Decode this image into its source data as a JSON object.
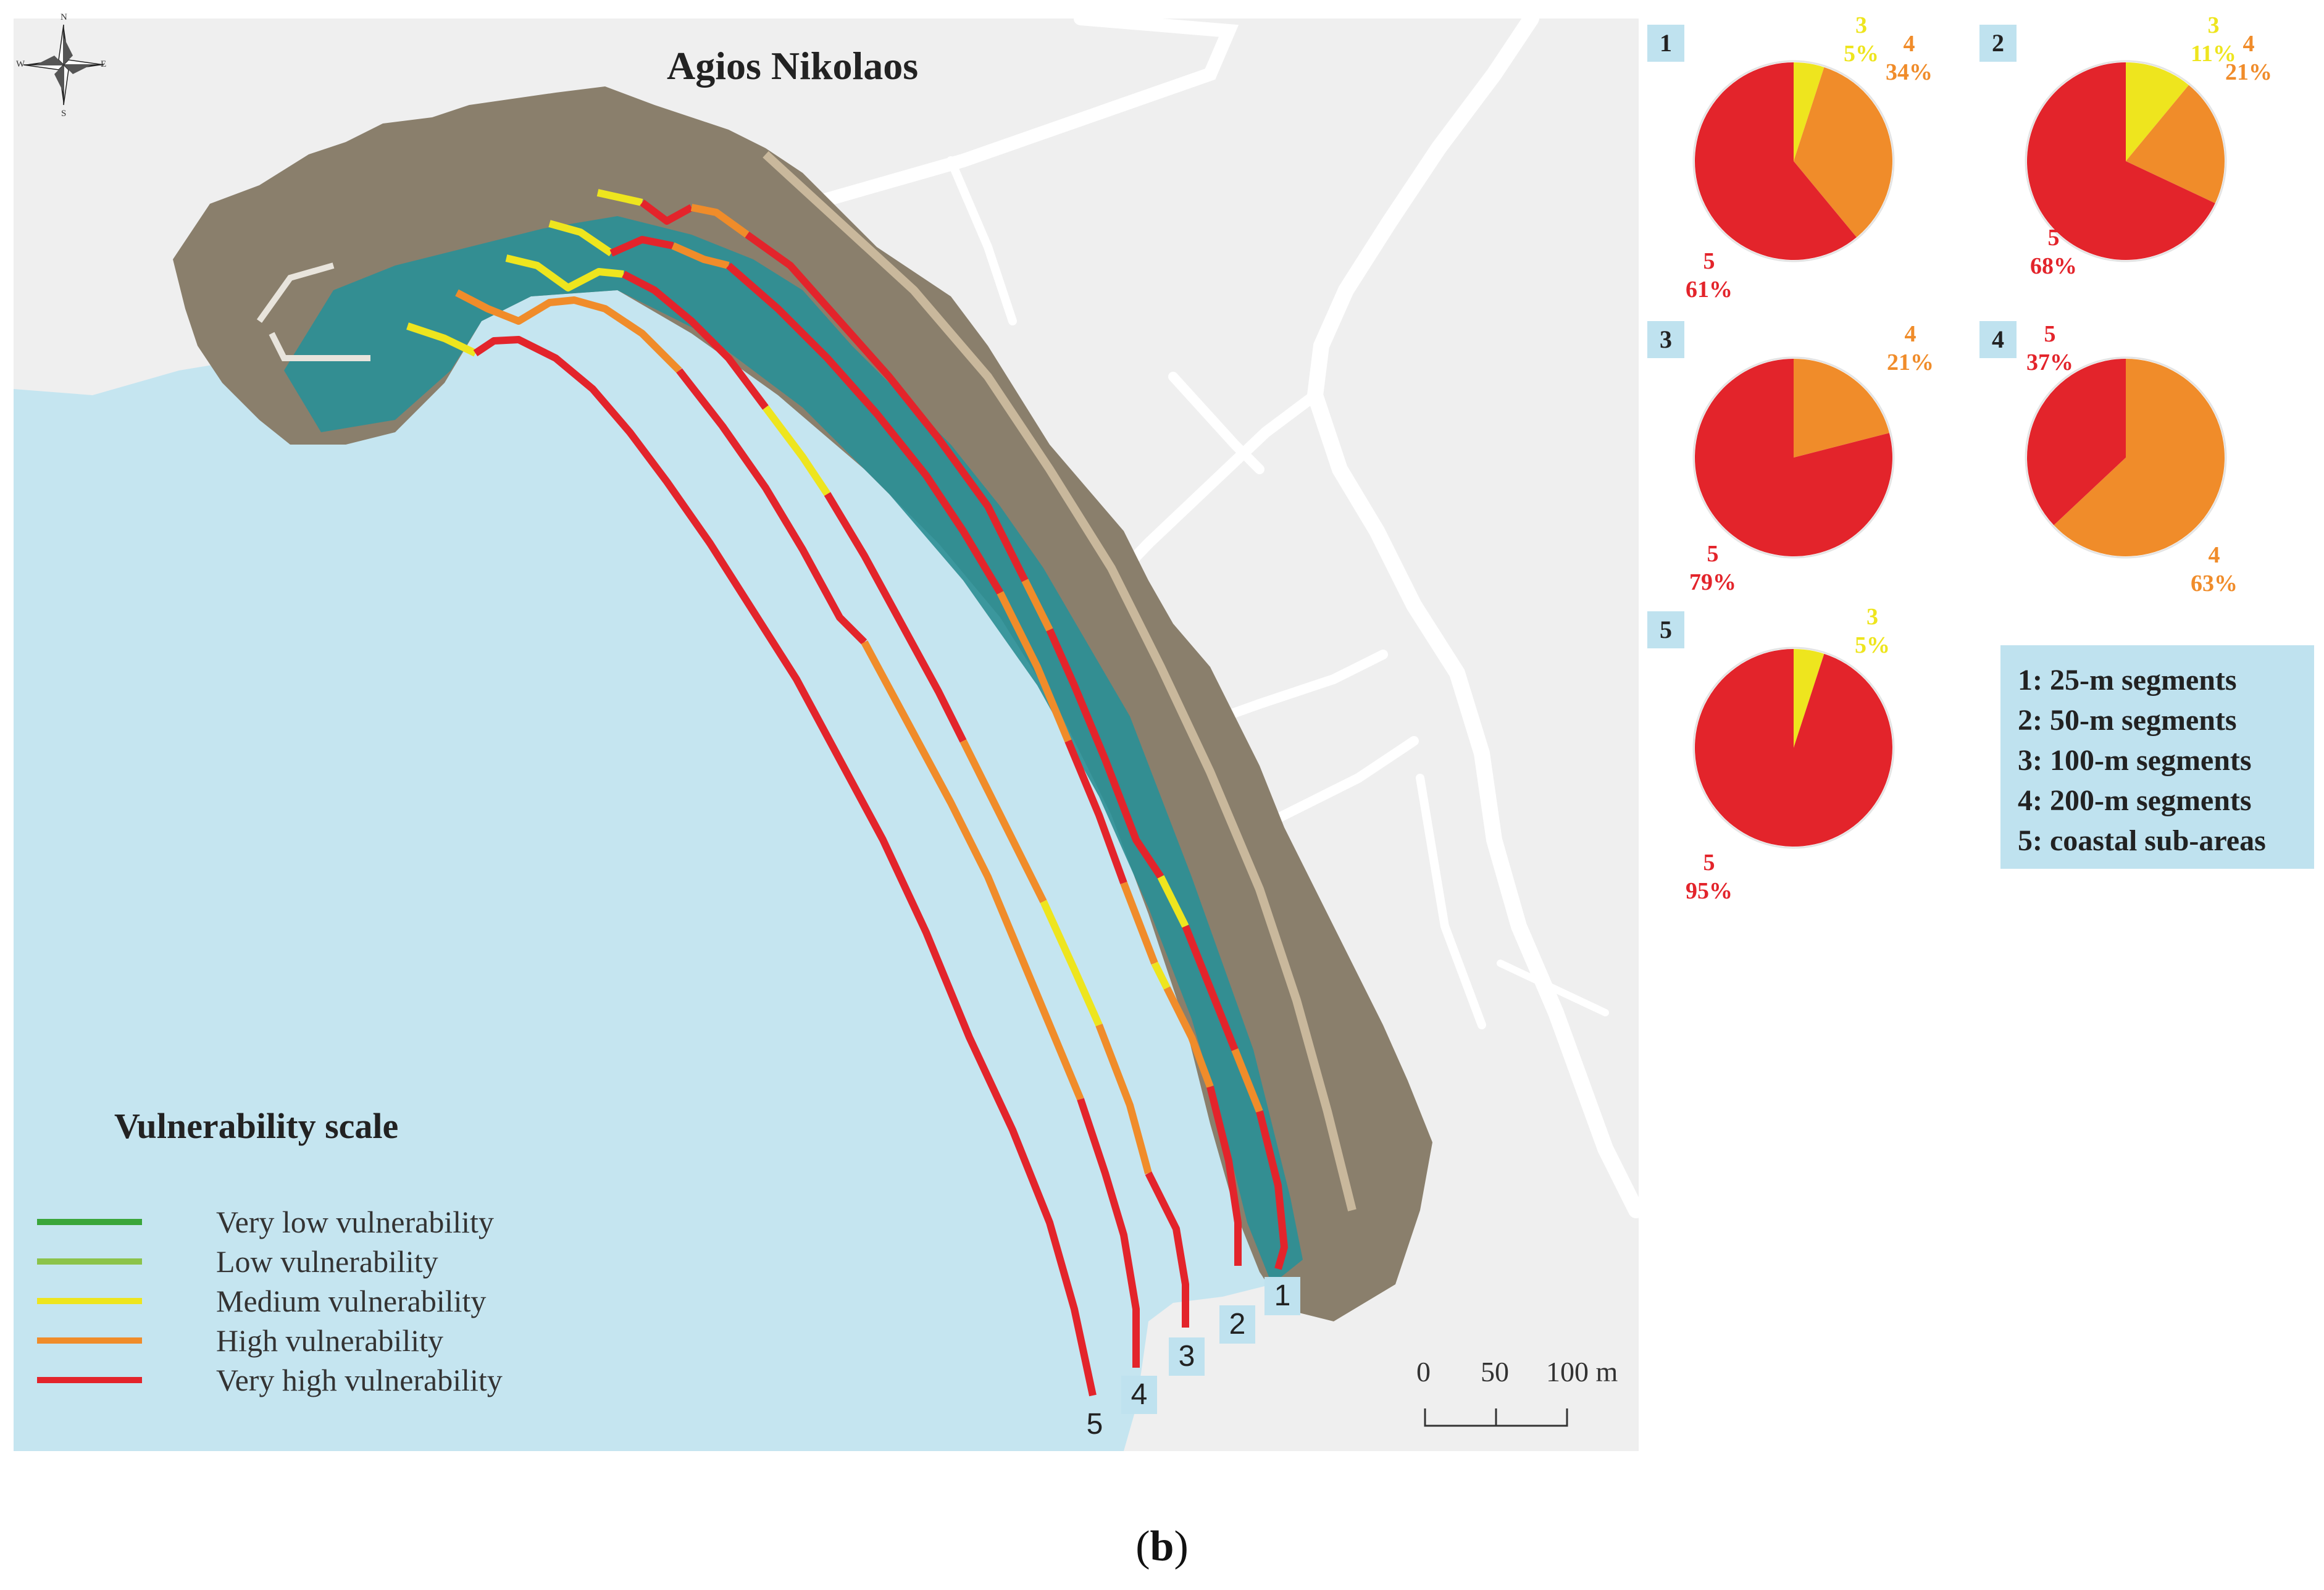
{
  "map": {
    "title": "Agios Nikolaos",
    "compass": {
      "n": "N",
      "s": "S",
      "e": "E",
      "w": "W"
    },
    "scale_bar": {
      "labels": [
        "0",
        "50",
        "100 m"
      ]
    },
    "line_labels": [
      "1",
      "2",
      "3",
      "4",
      "5"
    ]
  },
  "legend": {
    "title": "Vulnerability scale",
    "items": [
      {
        "label": "Very low vulnerability",
        "color": "#3aa63a"
      },
      {
        "label": "Low vulnerability",
        "color": "#8cc34a"
      },
      {
        "label": "Medium vulnerability",
        "color": "#eee51e"
      },
      {
        "label": "High vulnerability",
        "color": "#f08c2a"
      },
      {
        "label": "Very high vulnerability",
        "color": "#e3242b"
      }
    ]
  },
  "colors": {
    "sea": "#c5e5f0",
    "land": "#efefef",
    "road": "#ffffff",
    "medium": "#eee51e",
    "high": "#f08c2a",
    "very_high": "#e3242b"
  },
  "chart_data": [
    {
      "type": "pie",
      "badge": "1",
      "slices": [
        {
          "class": "3",
          "value": 5
        },
        {
          "class": "4",
          "value": 34
        },
        {
          "class": "5",
          "value": 61
        }
      ],
      "labels": [
        {
          "class": "3",
          "pct": "5%"
        },
        {
          "class": "4",
          "pct": "34%"
        },
        {
          "class": "5",
          "pct": "61%"
        }
      ]
    },
    {
      "type": "pie",
      "badge": "2",
      "slices": [
        {
          "class": "3",
          "value": 11
        },
        {
          "class": "4",
          "value": 21
        },
        {
          "class": "5",
          "value": 68
        }
      ],
      "labels": [
        {
          "class": "3",
          "pct": "11%"
        },
        {
          "class": "4",
          "pct": "21%"
        },
        {
          "class": "5",
          "pct": "68%"
        }
      ]
    },
    {
      "type": "pie",
      "badge": "3",
      "slices": [
        {
          "class": "4",
          "value": 21
        },
        {
          "class": "5",
          "value": 79
        }
      ],
      "labels": [
        {
          "class": "4",
          "pct": "21%"
        },
        {
          "class": "5",
          "pct": "79%"
        }
      ]
    },
    {
      "type": "pie",
      "badge": "4",
      "slices": [
        {
          "class": "4",
          "value": 63
        },
        {
          "class": "5",
          "value": 37
        }
      ],
      "labels": [
        {
          "class": "5",
          "pct": "37%"
        },
        {
          "class": "4",
          "pct": "63%"
        }
      ]
    },
    {
      "type": "pie",
      "badge": "5",
      "slices": [
        {
          "class": "3",
          "value": 5
        },
        {
          "class": "5",
          "value": 95
        }
      ],
      "labels": [
        {
          "class": "3",
          "pct": "5%"
        },
        {
          "class": "5",
          "pct": "95%"
        }
      ]
    }
  ],
  "key": [
    "1: 25-m segments",
    "2: 50-m segments",
    "3: 100-m segments",
    "4: 200-m segments",
    "5: coastal sub-areas"
  ],
  "caption": {
    "open": "(",
    "letter": "b",
    "close": ")"
  }
}
